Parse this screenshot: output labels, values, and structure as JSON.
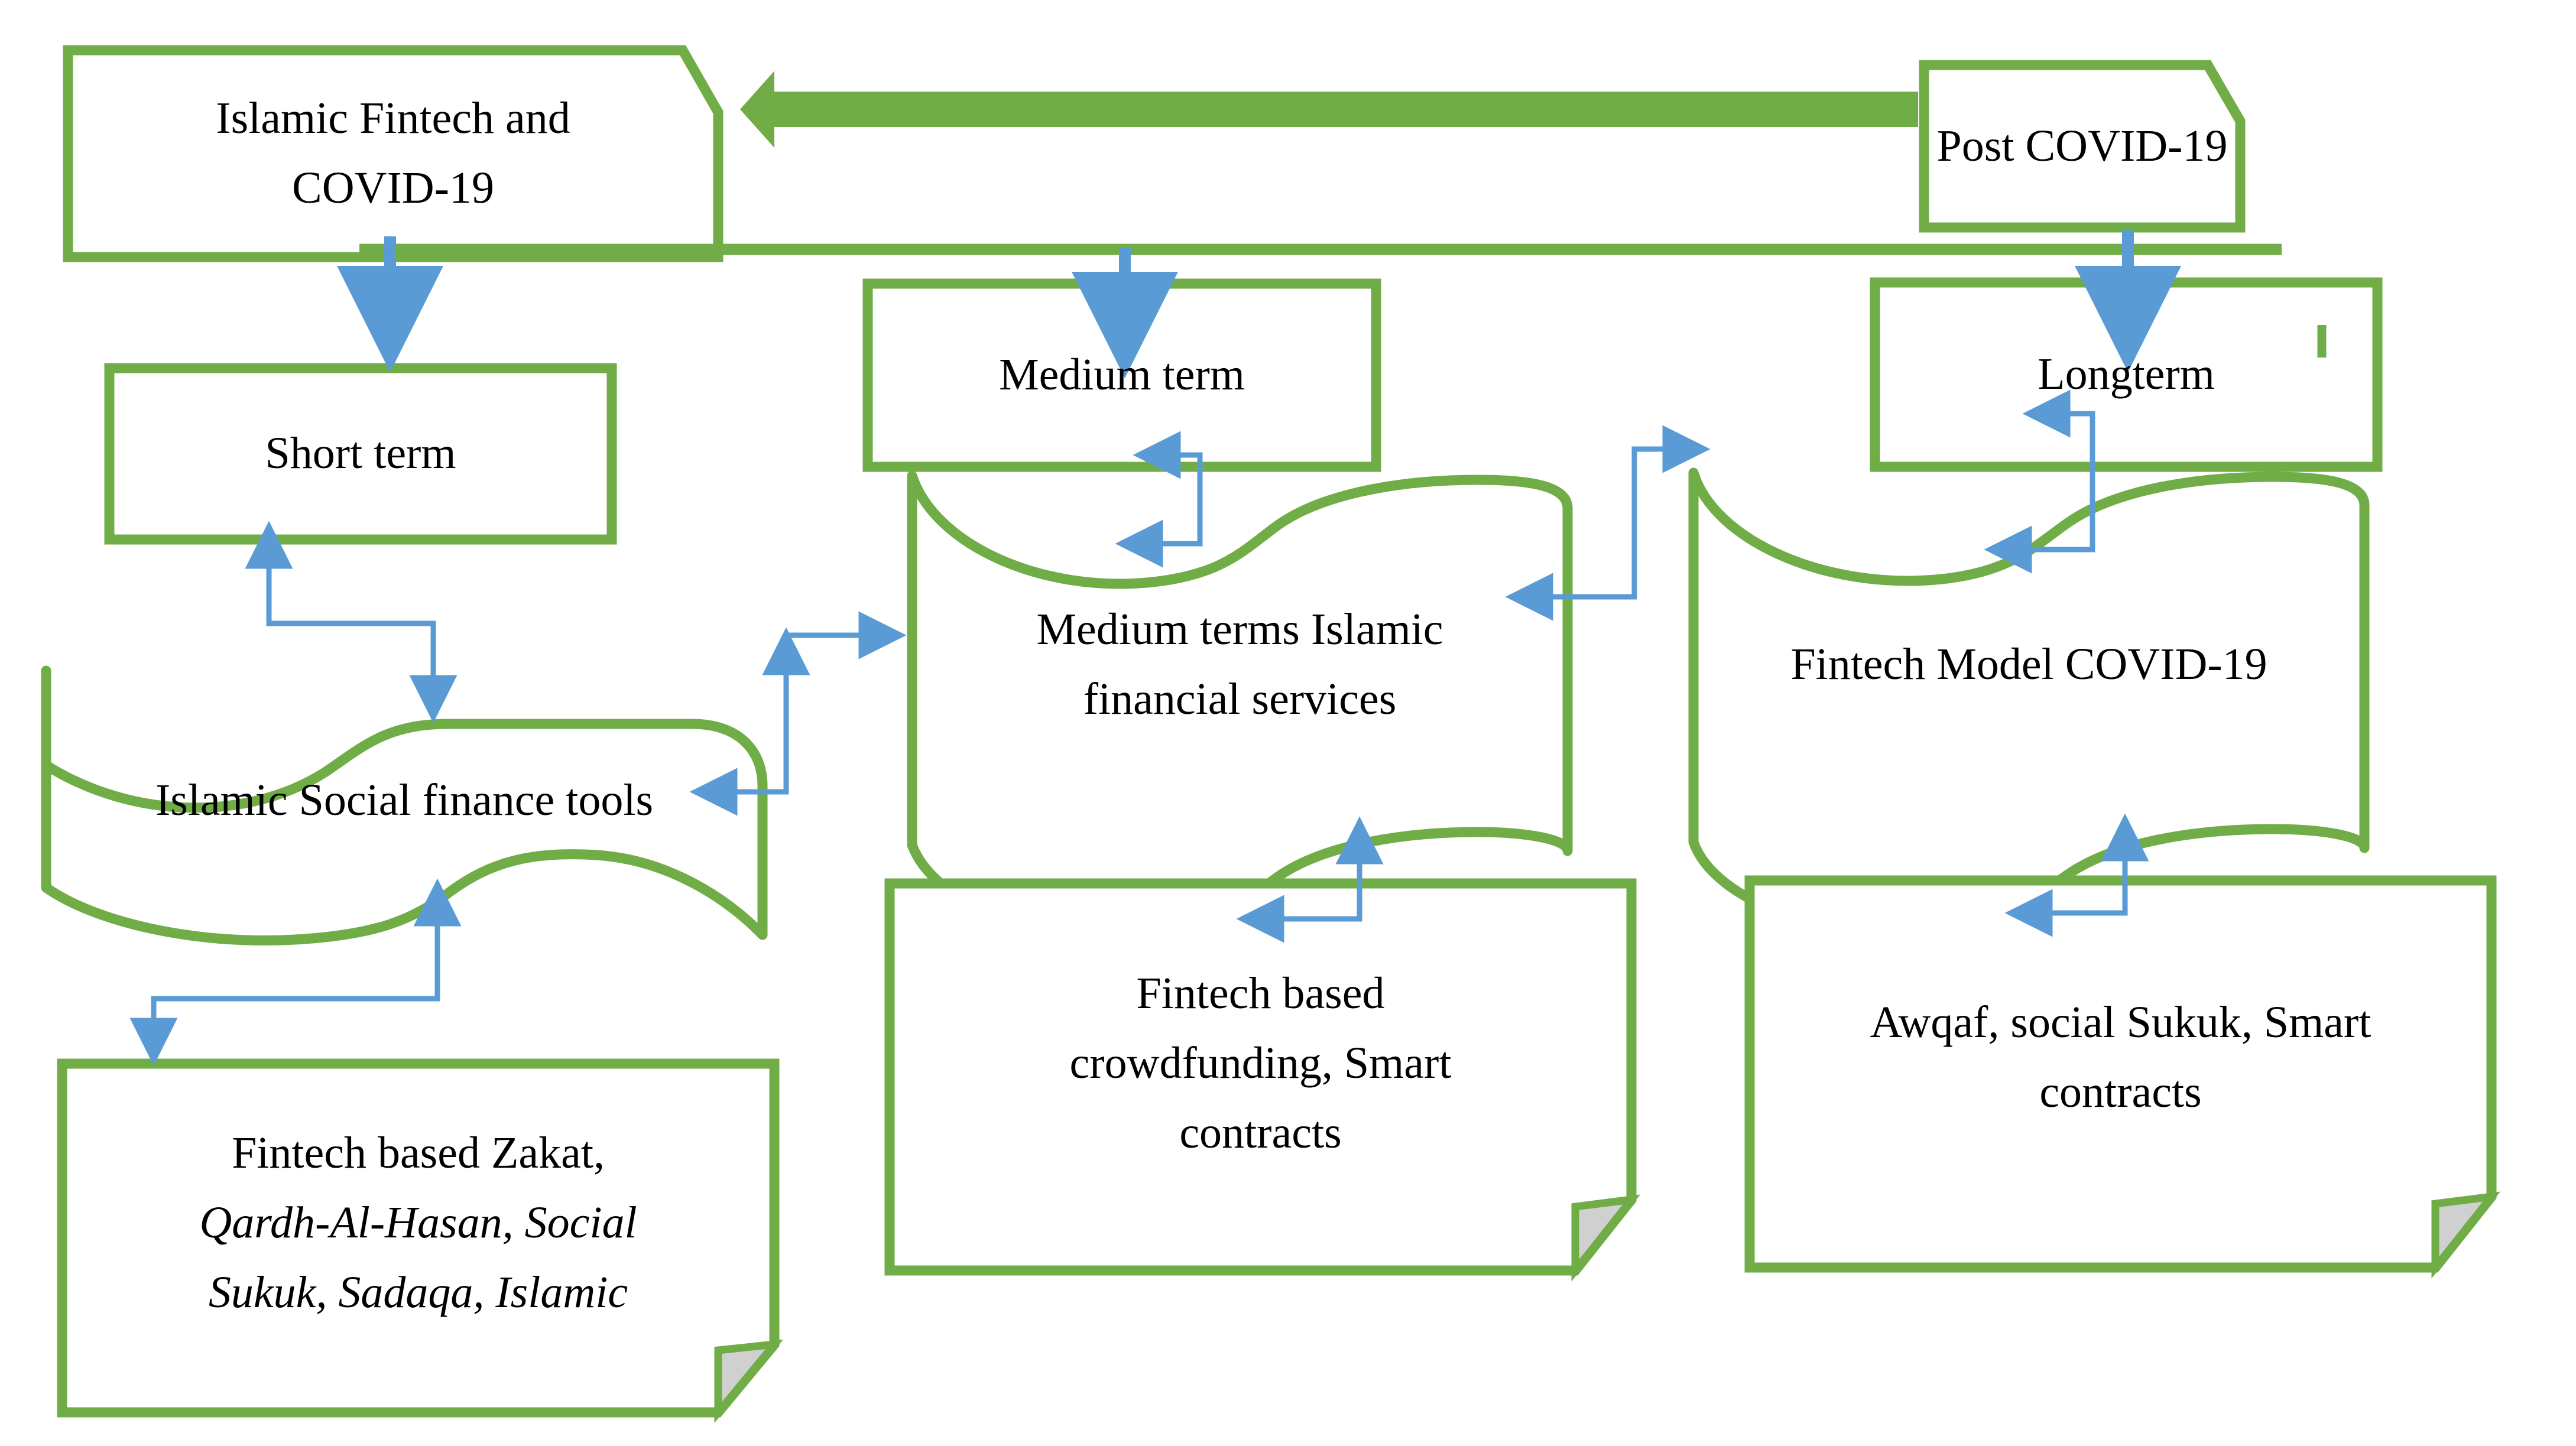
{
  "diagram": {
    "title": "Islamic Fintech and COVID-19 response framework",
    "colors": {
      "shape_stroke_green": "#70AD47",
      "arrow_blue": "#5B9BD5",
      "fold_gray": "#D0D0D0",
      "text": "#000000",
      "background": "#FFFFFF"
    },
    "nodes": [
      {
        "id": "islamic-fintech-covid19",
        "shape": "clipped-corner-rectangle",
        "lines": [
          "Islamic Fintech and",
          "COVID-19"
        ],
        "text": "Islamic Fintech and\nCOVID-19"
      },
      {
        "id": "post-covid19",
        "shape": "clipped-corner-rectangle",
        "lines": [
          "Post COVID-19"
        ],
        "text": "Post COVID-19"
      },
      {
        "id": "short-term",
        "shape": "rectangle",
        "lines": [
          "Short term"
        ],
        "text": "Short term"
      },
      {
        "id": "medium-term",
        "shape": "rectangle",
        "lines": [
          "Medium term"
        ],
        "text": "Medium term"
      },
      {
        "id": "longterm",
        "shape": "rectangle",
        "lines": [
          "Longterm"
        ],
        "text": "Longterm"
      },
      {
        "id": "islamic-social-finance-tools",
        "shape": "document-wave",
        "lines": [
          "Islamic Social finance tools"
        ],
        "text": "Islamic Social finance tools"
      },
      {
        "id": "medium-terms-islamic-financial-services",
        "shape": "document-wave",
        "lines": [
          "Medium terms Islamic",
          "financial services"
        ],
        "text": "Medium terms Islamic\nfinancial services"
      },
      {
        "id": "fintech-model-covid19",
        "shape": "document-wave",
        "lines": [
          "Fintech Model COVID-19"
        ],
        "text": "Fintech Model COVID-19"
      },
      {
        "id": "fintech-based-zakat",
        "shape": "folded-corner-rectangle",
        "lines": [
          "Fintech based Zakat,",
          "Qardh-Al-Hasan, Social",
          "Sukuk, Sadaqa, Islamic"
        ],
        "line1": "Fintech based Zakat,",
        "line2": "Qardh-Al-Hasan, Social",
        "line3": "Sukuk, Sadaqa, Islamic"
      },
      {
        "id": "fintech-based-crowdfunding",
        "shape": "folded-corner-rectangle",
        "lines": [
          "Fintech based",
          "crowdfunding, Smart",
          "contracts"
        ],
        "text": "Fintech based\ncrowdfunding, Smart\ncontracts"
      },
      {
        "id": "awqaf-social-sukuk",
        "shape": "folded-corner-rectangle",
        "lines": [
          "Awqaf, social Sukuk, Smart",
          "contracts"
        ],
        "text": "Awqaf, social Sukuk, Smart\ncontracts"
      }
    ],
    "connectors": [
      {
        "id": "post-covid-to-islamic-fintech",
        "style": "thick-green-block-arrow",
        "direction": "left",
        "from": "post-covid19",
        "to": "islamic-fintech-covid19"
      },
      {
        "id": "trunk-horizontal-line",
        "style": "green-line",
        "from": "islamic-fintech-covid19",
        "to": "post-covid19"
      },
      {
        "id": "trunk-to-short-term",
        "style": "blue-arrow-down",
        "from": "islamic-fintech-covid19",
        "to": "short-term"
      },
      {
        "id": "trunk-to-medium-term",
        "style": "blue-arrow-down",
        "from": "trunk-horizontal-line",
        "to": "medium-term"
      },
      {
        "id": "trunk-to-longterm",
        "style": "blue-arrow-down",
        "from": "post-covid19",
        "to": "longterm"
      },
      {
        "id": "social-tools-to-short-term",
        "style": "blue-double-arrow",
        "from": "islamic-social-finance-tools",
        "to": "short-term"
      },
      {
        "id": "zakat-to-social-tools",
        "style": "blue-double-arrow",
        "from": "fintech-based-zakat",
        "to": "islamic-social-finance-tools"
      },
      {
        "id": "social-tools-to-medium-services",
        "style": "blue-double-arrow",
        "from": "islamic-social-finance-tools",
        "to": "medium-terms-islamic-financial-services"
      },
      {
        "id": "medium-services-to-medium-term",
        "style": "blue-double-arrow",
        "from": "medium-terms-islamic-financial-services",
        "to": "medium-term"
      },
      {
        "id": "crowdfunding-to-medium-services",
        "style": "blue-double-arrow",
        "from": "fintech-based-crowdfunding",
        "to": "medium-terms-islamic-financial-services"
      },
      {
        "id": "medium-services-to-fintech-model",
        "style": "blue-double-arrow",
        "from": "medium-terms-islamic-financial-services",
        "to": "fintech-model-covid19"
      },
      {
        "id": "fintech-model-to-longterm",
        "style": "blue-double-arrow",
        "from": "fintech-model-covid19",
        "to": "longterm"
      },
      {
        "id": "awqaf-to-fintech-model",
        "style": "blue-double-arrow",
        "from": "awqaf-social-sukuk",
        "to": "fintech-model-covid19"
      }
    ]
  }
}
